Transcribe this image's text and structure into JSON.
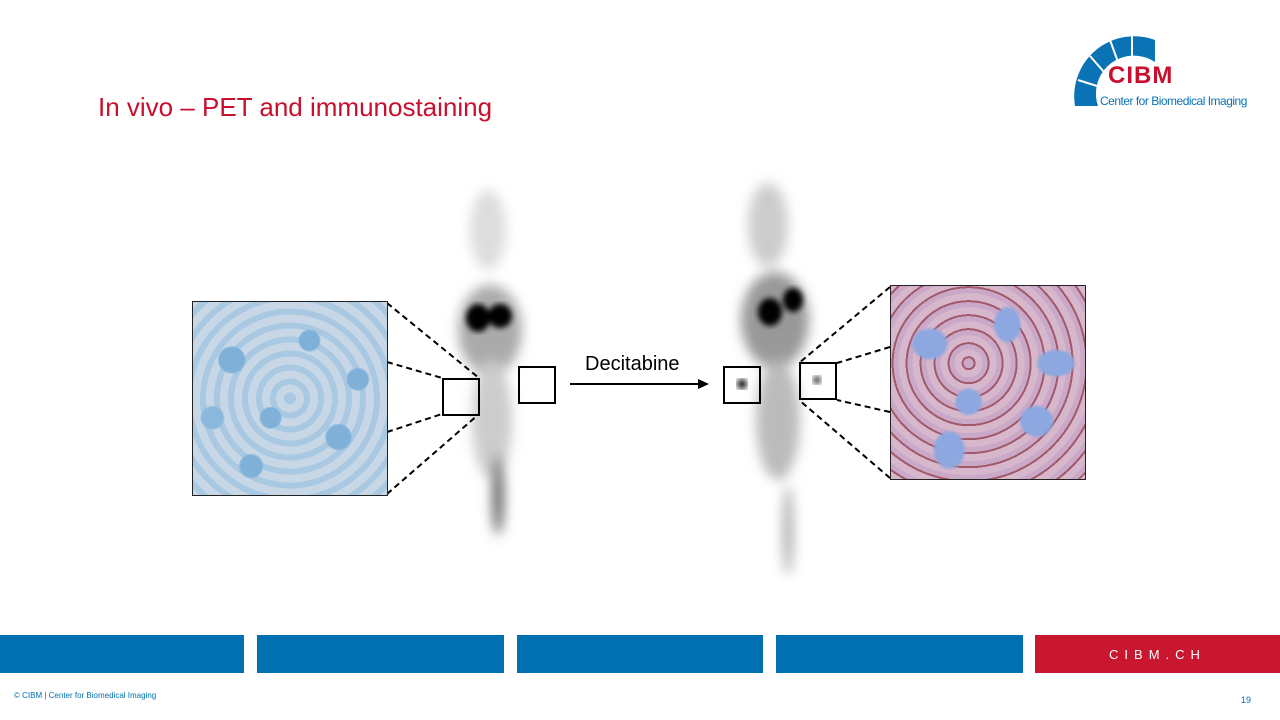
{
  "slide": {
    "title": "In vivo  – PET and immunostaining",
    "arrow_label": "Decitabine",
    "page_number": "19"
  },
  "logo": {
    "name": "CIBM",
    "tagline": "Center for Biomedical Imaging"
  },
  "footer": {
    "copyright": "© CIBM | Center for Biomedical Imaging",
    "site": "CIBM.CH"
  },
  "colors": {
    "blue": "#0070b0",
    "red": "#c8102e"
  }
}
